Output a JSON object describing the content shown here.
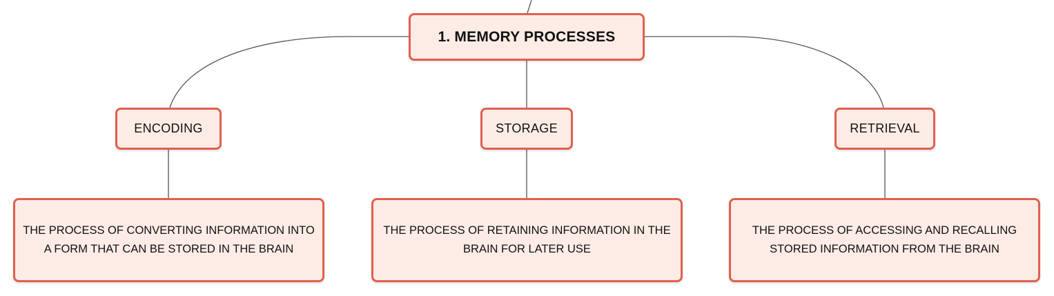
{
  "colors": {
    "node_border": "#e0604f",
    "node_fill": "#fdece6",
    "connector": "#555555",
    "text": "#111111"
  },
  "root": {
    "label": "1. MEMORY PROCESSES"
  },
  "categories": [
    {
      "label": "ENCODING",
      "description": "THE PROCESS OF CONVERTING INFORMATION INTO A FORM THAT CAN BE STORED IN THE BRAIN"
    },
    {
      "label": "STORAGE",
      "description": "THE PROCESS OF RETAINING INFORMATION IN THE BRAIN FOR LATER USE"
    },
    {
      "label": "RETRIEVAL",
      "description": "THE PROCESS OF ACCESSING AND RECALLING STORED INFORMATION FROM THE BRAIN"
    }
  ]
}
